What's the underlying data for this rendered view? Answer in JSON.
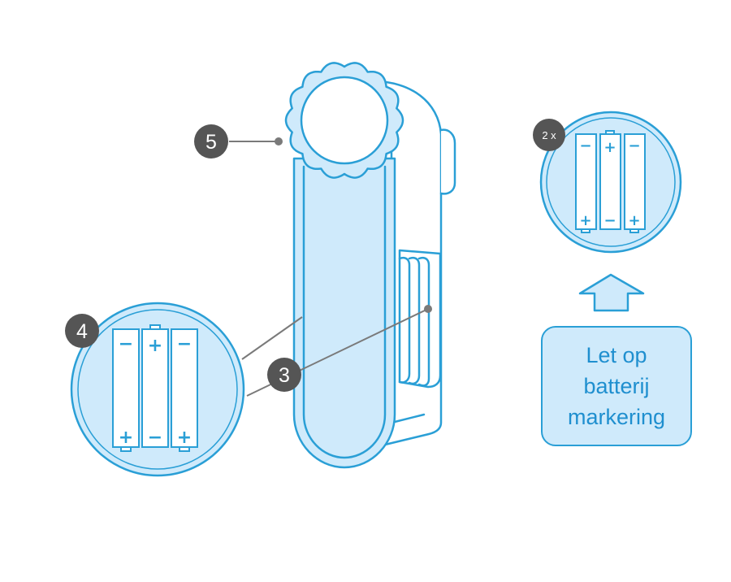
{
  "callouts": {
    "label_5": "5",
    "label_4": "4",
    "label_3": "3",
    "quantity": "2 x"
  },
  "batteries": {
    "plus": "+",
    "minus": "−"
  },
  "note": {
    "text": "Let op\nbatterij\nmarkering"
  },
  "colors": {
    "outline": "#2a9fd6",
    "fill": "#cfeafb",
    "badge": "#555555",
    "leader": "#7a7a7a"
  },
  "icons": [
    "device-illustration",
    "battery-icon",
    "up-arrow-icon"
  ]
}
